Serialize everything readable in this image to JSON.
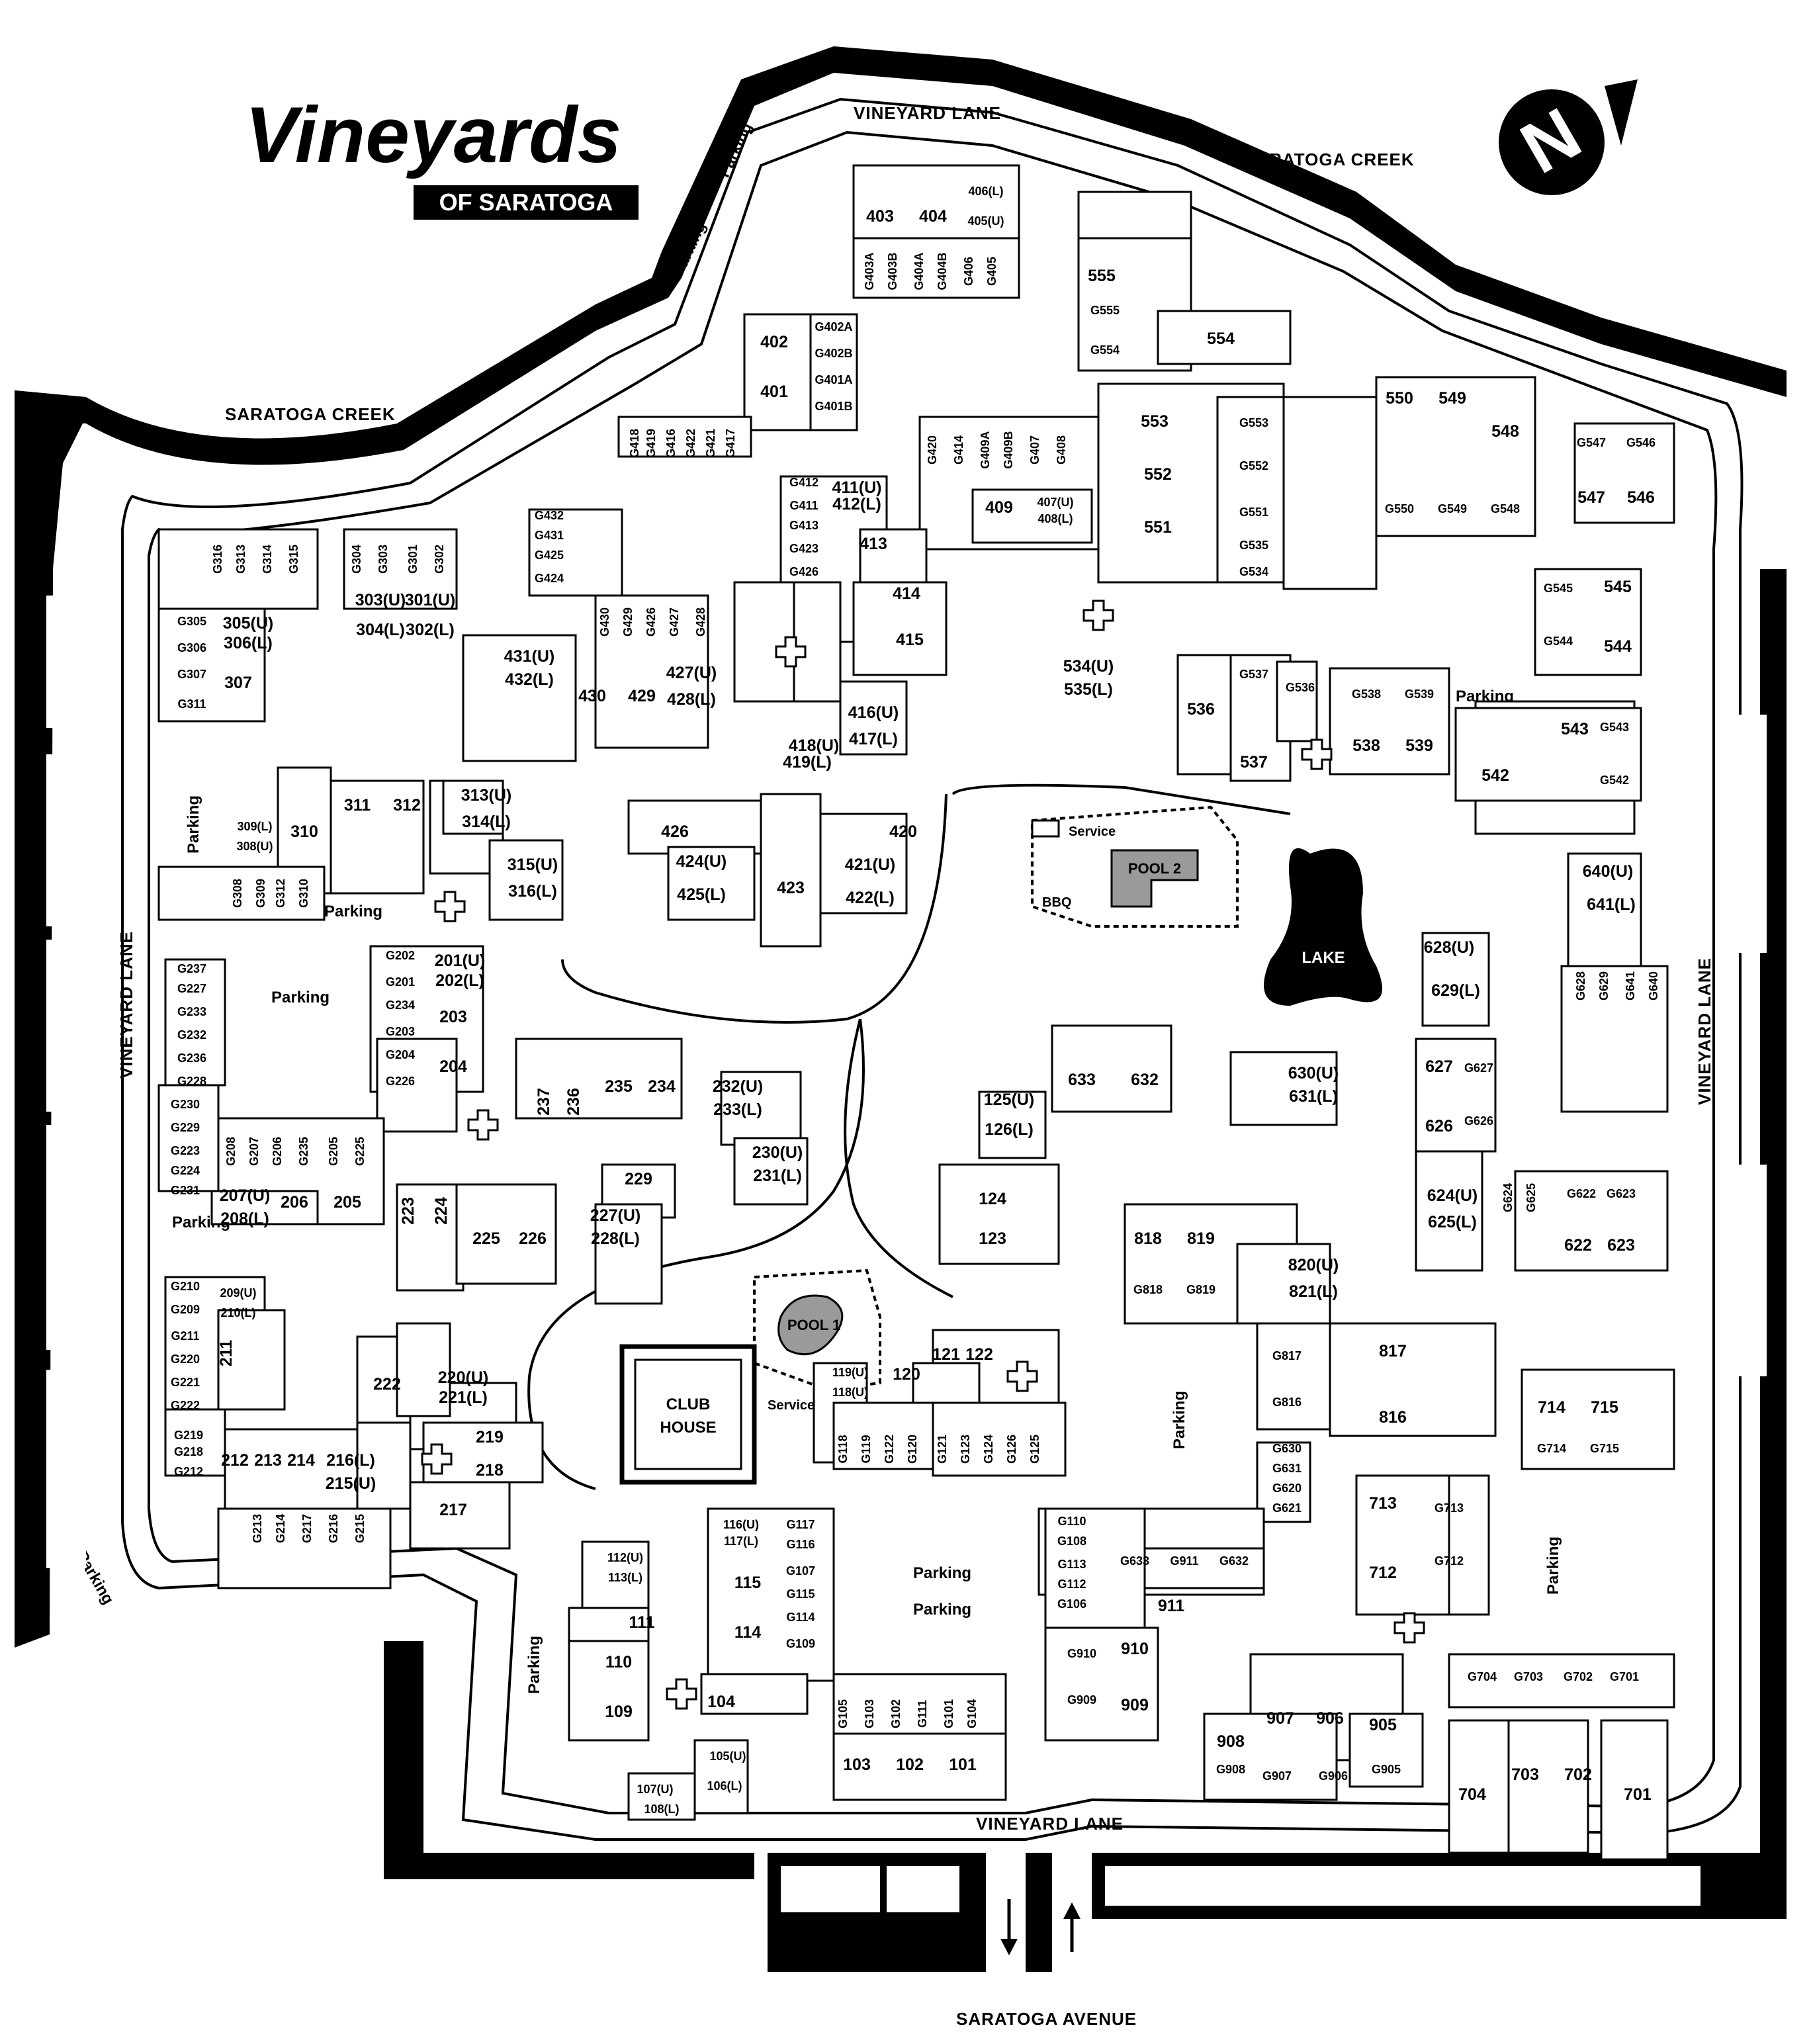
{
  "title": {
    "main": "Vineyards",
    "sub": "OF SARATOGA"
  },
  "compass": {
    "letter": "N",
    "icon": "north-arrow-icon"
  },
  "roads": {
    "vineyard_lane_top": "VINEYARD LANE",
    "saratoga_creek_top": "SARATOGA CREEK",
    "saratoga_creek_left": "SARATOGA CREEK",
    "vineyard_lane_left": "VINEYARD LANE",
    "vineyard_lane_right": "VINEYARD LANE",
    "vineyard_lane_bottom": "VINEYARD LANE",
    "saratoga_avenue": "SARATOGA AVENUE"
  },
  "parking_label": "Parking",
  "features": {
    "lake": "LAKE",
    "pool_1": "POOL 1",
    "pool_2": "POOL 2",
    "club_house_line1": "CLUB",
    "club_house_line2": "HOUSE",
    "service_1": "Service",
    "service_2": "Service",
    "bbq": "BBQ"
  },
  "colors": {
    "ink": "#000000",
    "paper": "#ffffff",
    "pool_fill": "#9a9a9a"
  },
  "units": {
    "u403": "403",
    "u404": "404",
    "u406L": "406(L)",
    "u405U": "405(U)",
    "g403A": "G403A",
    "g403B": "G403B",
    "g404A": "G404A",
    "g404B": "G404B",
    "g406": "G406",
    "g405": "G405",
    "u402": "402",
    "u401": "401",
    "g402A": "G402A",
    "g402B": "G402B",
    "g401A": "G401A",
    "g401B": "G401B",
    "g418": "G418",
    "g419": "G419",
    "g416": "G416",
    "g422": "G422",
    "g421": "G421",
    "g417": "G417",
    "g420": "G420",
    "g414": "G414",
    "g409A": "G409A",
    "g409B": "G409B",
    "g407": "G407",
    "g408": "G408",
    "u409": "409",
    "u407U": "407(U)",
    "u408L": "408(L)",
    "u555": "555",
    "g555": "G555",
    "g554": "G554",
    "u554": "554",
    "u553": "553",
    "u552": "552",
    "u551": "551",
    "g553": "G553",
    "g552": "G552",
    "g551": "G551",
    "g535": "G535",
    "g534": "G534",
    "u550": "550",
    "u549": "549",
    "u548": "548",
    "g550": "G550",
    "g549": "G549",
    "g548": "G548",
    "g547": "G547",
    "g546": "G546",
    "u547": "547",
    "u546": "546",
    "g545": "G545",
    "u545": "545",
    "g544": "G544",
    "u544": "544",
    "u534U": "534(U)",
    "u535L": "535(L)",
    "u536": "536",
    "g537": "G537",
    "u537": "537",
    "g536": "G536",
    "g538": "G538",
    "g539": "G539",
    "u538": "538",
    "u539": "539",
    "u543": "543",
    "g543": "G543",
    "u542": "542",
    "g542": "G542",
    "g432": "G432",
    "g431": "G431",
    "g425": "G425",
    "g424": "G424",
    "g430": "G430",
    "g429": "G429",
    "g426b": "G426",
    "g427": "G427",
    "g428": "G428",
    "u431U": "431(U)",
    "u432L": "432(L)",
    "u430": "430",
    "u429": "429",
    "u427U": "427(U)",
    "u428L": "428(L)",
    "g412": "G412",
    "g411": "G411",
    "g413": "G413",
    "g423": "G423",
    "g426": "G426",
    "u411U": "411(U)",
    "u412L": "412(L)",
    "u413": "413",
    "u414": "414",
    "u415": "415",
    "u416U": "416(U)",
    "u417L": "417(L)",
    "u418U": "418(U)",
    "u419L": "419(L)",
    "u426": "426",
    "u424U": "424(U)",
    "u425L": "425(L)",
    "u423": "423",
    "u420": "420",
    "u421U": "421(U)",
    "u422L": "422(L)",
    "g316": "G316",
    "g313": "G313",
    "g314": "G314",
    "g315": "G315",
    "g304": "G304",
    "g303": "G303",
    "g301": "G301",
    "g302": "G302",
    "g305": "G305",
    "g306": "G306",
    "g307": "G307",
    "g311": "G311",
    "u305U": "305(U)",
    "u306L": "306(L)",
    "u307": "307",
    "u303U": "303(U)",
    "u301U": "301(U)",
    "u304L": "304(L)",
    "u302L": "302(L)",
    "u309L": "309(L)",
    "u308U": "308(U)",
    "u310": "310",
    "u311": "311",
    "u312": "312",
    "u313U": "313(U)",
    "u314L": "314(L)",
    "u315U": "315(U)",
    "u316L": "316(L)",
    "g308": "G308",
    "g309": "G309",
    "g312": "G312",
    "g310": "G310",
    "g237": "G237",
    "g227": "G227",
    "g233": "G233",
    "g232": "G232",
    "g236": "G236",
    "g228": "G228",
    "g202": "G202",
    "g201": "G201",
    "g234": "G234",
    "g203": "G203",
    "g204": "G204",
    "g226": "G226",
    "u201U": "201(U)",
    "u202L": "202(L)",
    "u203": "203",
    "u204": "204",
    "g230": "G230",
    "g229": "G229",
    "g223": "G223",
    "g224": "G224",
    "g231": "G231",
    "g208": "G208",
    "g207": "G207",
    "g206": "G206",
    "g235": "G235",
    "g205": "G205",
    "g225": "G225",
    "u207U": "207(U)",
    "u208L": "208(L)",
    "u206": "206",
    "u205": "205",
    "u237": "237",
    "u236": "236",
    "u235": "235",
    "u234": "234",
    "u232U": "232(U)",
    "u233L": "233(L)",
    "u230U": "230(U)",
    "u231L": "231(L)",
    "u223": "223",
    "u224": "224",
    "u225": "225",
    "u226": "226",
    "u229": "229",
    "u227U": "227(U)",
    "u228L": "228(L)",
    "g210": "G210",
    "g209": "G209",
    "g211": "G211",
    "g220": "G220",
    "g221": "G221",
    "g222": "G222",
    "u209U": "209(U)",
    "u210L": "210(L)",
    "u211": "211",
    "g219": "G219",
    "g218": "G218",
    "g212": "G212",
    "u212": "212",
    "u213": "213",
    "u214": "214",
    "u216L": "216(L)",
    "u215U": "215(U)",
    "g213": "G213",
    "g214": "G214",
    "g217": "G217",
    "g216": "G216",
    "g215": "G215",
    "u222": "222",
    "u220U": "220(U)",
    "u221L": "221(L)",
    "u219": "219",
    "u218": "218",
    "u217": "217",
    "u633": "633",
    "u632": "632",
    "u630U": "630(U)",
    "u631L": "631(L)",
    "u125U": "125(U)",
    "u126L": "126(L)",
    "u124": "124",
    "u123": "123",
    "u818": "818",
    "u819": "819",
    "g818": "G818",
    "g819": "G819",
    "u820U": "820(U)",
    "u821L": "821(L)",
    "u640U": "640(U)",
    "u641L": "641(L)",
    "u628U": "628(U)",
    "u629L": "629(L)",
    "g628": "G628",
    "g629": "G629",
    "g641": "G641",
    "g640": "G640",
    "u627": "627",
    "g627": "G627",
    "u626": "626",
    "g626": "G626",
    "u624U": "624(U)",
    "u625L": "625(L)",
    "g624": "G624",
    "g625": "G625",
    "g622": "G622",
    "g623": "G623",
    "u622": "622",
    "u623": "623",
    "g817": "G817",
    "g816": "G816",
    "u817": "817",
    "u816": "816",
    "u714": "714",
    "u715": "715",
    "g714": "G714",
    "g715": "G715",
    "g630": "G630",
    "g631": "G631",
    "g620": "G620",
    "g621": "G621",
    "u713": "713",
    "g713": "G713",
    "u712": "712",
    "g712": "G712",
    "u121": "121",
    "u122": "122",
    "u120": "120",
    "u119U": "119(U)",
    "u118U": "118(U)",
    "g118": "G118",
    "g119": "G119",
    "g122": "G122",
    "g120": "G120",
    "g121": "G121",
    "g123": "G123",
    "g124": "G124",
    "g126": "G126",
    "g125": "G125",
    "g110": "G110",
    "g108": "G108",
    "g113": "G113",
    "g112": "G112",
    "g106": "G106",
    "g633": "G633",
    "g911": "G911",
    "g632": "G632",
    "u911": "911",
    "g910": "G910",
    "u910": "910",
    "g909": "G909",
    "u909": "909",
    "u907": "907",
    "u906": "906",
    "u905": "905",
    "u908": "908",
    "g908": "G908",
    "g907": "G907",
    "g906": "G906",
    "g905": "G905",
    "g704": "G704",
    "g703": "G703",
    "g702": "G702",
    "g701": "G701",
    "u704": "704",
    "u703": "703",
    "u702": "702",
    "u701": "701",
    "u116U": "116(U)",
    "u117L": "117(L)",
    "g117": "G117",
    "g116": "G116",
    "g107": "G107",
    "g115": "G115",
    "g114": "G114",
    "g109": "G109",
    "u115": "115",
    "u114": "114",
    "u112U": "112(U)",
    "u113L": "113(L)",
    "u111": "111",
    "u110": "110",
    "u109": "109",
    "u104": "104",
    "u105U": "105(U)",
    "u106L": "106(L)",
    "u107U": "107(U)",
    "u108L": "108(L)",
    "g105": "G105",
    "g103": "G103",
    "g102": "G102",
    "g111": "G111",
    "g101": "G101",
    "g104": "G104",
    "u103": "103",
    "u102": "102",
    "u101": "101"
  },
  "entrance_arrows": {
    "out": "down-arrow-icon",
    "in": "up-arrow-icon"
  }
}
